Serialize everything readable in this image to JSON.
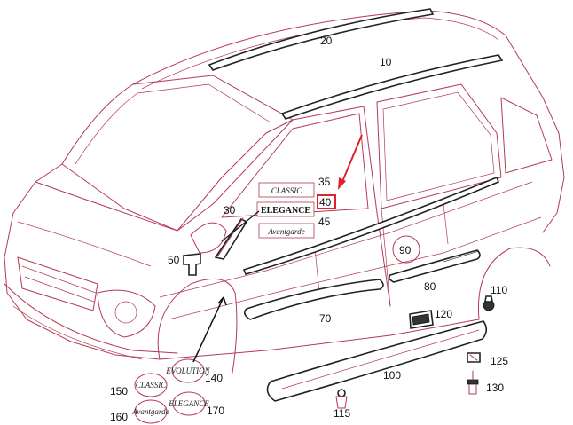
{
  "diagram": {
    "highlight_color": "#e0202a",
    "line_color": "#b33a55",
    "callouts": [
      {
        "id": "20",
        "label": "20"
      },
      {
        "id": "10",
        "label": "10"
      },
      {
        "id": "35",
        "label": "35"
      },
      {
        "id": "40",
        "label": "40",
        "highlighted": true
      },
      {
        "id": "45",
        "label": "45"
      },
      {
        "id": "30",
        "label": "30"
      },
      {
        "id": "50",
        "label": "50"
      },
      {
        "id": "90",
        "label": "90"
      },
      {
        "id": "80",
        "label": "80"
      },
      {
        "id": "70",
        "label": "70"
      },
      {
        "id": "110",
        "label": "110"
      },
      {
        "id": "120",
        "label": "120"
      },
      {
        "id": "125",
        "label": "125"
      },
      {
        "id": "100",
        "label": "100"
      },
      {
        "id": "130",
        "label": "130"
      },
      {
        "id": "115",
        "label": "115"
      },
      {
        "id": "140",
        "label": "140"
      },
      {
        "id": "150",
        "label": "150"
      },
      {
        "id": "160",
        "label": "160"
      },
      {
        "id": "170",
        "label": "170"
      }
    ],
    "emblems": {
      "classic": "CLASSIC",
      "elegance": "ELEGANCE",
      "avantgarde": "Avantgarde",
      "badge_classic": "CLASSIC",
      "badge_evolution": "EVOLUTION",
      "badge_avantgarde": "Avantgarde",
      "badge_elegance": "ELEGANCE"
    }
  }
}
